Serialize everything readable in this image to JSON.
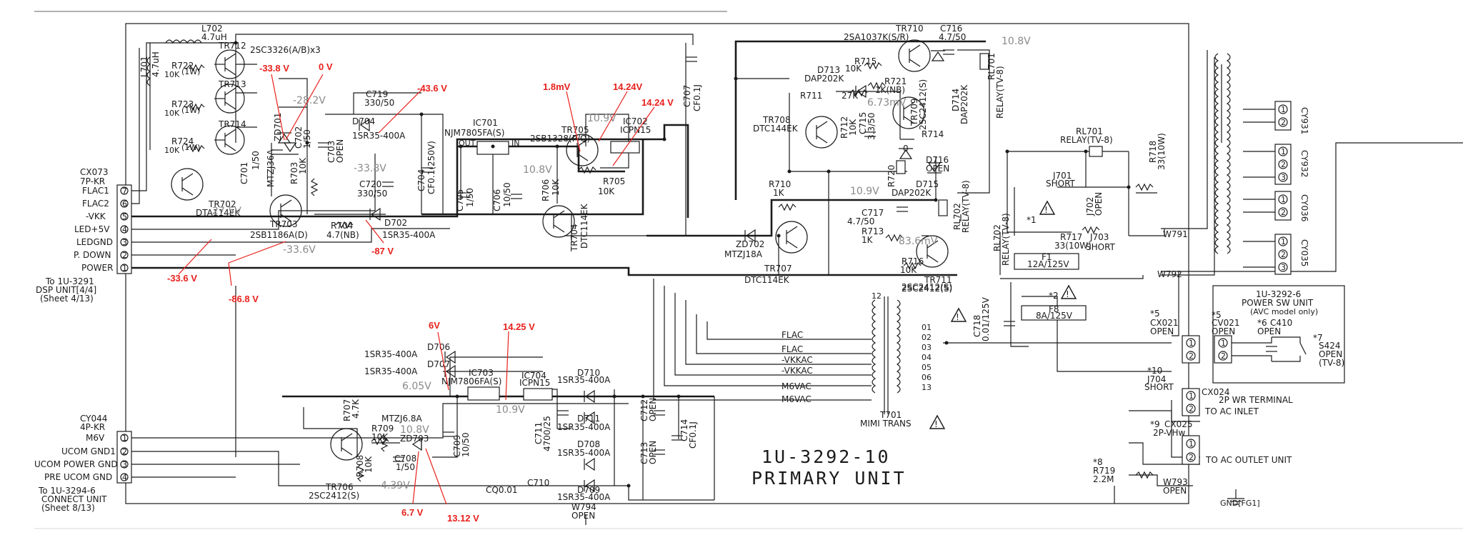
{
  "title": {
    "line1": "1U-3292-10",
    "line2": "PRIMARY UNIT"
  },
  "connectors": {
    "cx073": {
      "name": "CX073",
      "type": "7P-KR",
      "pins": [
        {
          "label": "FLAC1",
          "num": "7"
        },
        {
          "label": "FLAC2",
          "num": "6"
        },
        {
          "label": "-VKK",
          "num": "5"
        },
        {
          "label": "LED+5V",
          "num": "4"
        },
        {
          "label": "LEDGND",
          "num": "3"
        },
        {
          "label": "P. DOWN",
          "num": "2"
        },
        {
          "label": "POWER",
          "num": "1"
        }
      ],
      "dest1": "To  1U-3291",
      "dest2": "DSP UNIT[4/4]",
      "dest3": "(Sheet 4/13)"
    },
    "cy044": {
      "name": "CY044",
      "type": "4P-KR",
      "pins": [
        {
          "label": "M6V",
          "num": "1"
        },
        {
          "label": "UCOM GND1",
          "num": "2"
        },
        {
          "label": "UCOM POWER GND",
          "num": "3"
        },
        {
          "label": "PRE UCOM GND",
          "num": "4"
        }
      ],
      "dest1": "To  1U-3294-6",
      "dest2": "CONNECT UNIT",
      "dest3": "(Sheet 8/13)"
    },
    "right": {
      "cy931": "CY931",
      "cy932": "CY932",
      "cy036": "CY036",
      "cy035": "CY035"
    },
    "cx021": {
      "mark": "*5",
      "name": "CX021",
      "state": "OPEN"
    },
    "cx024": {
      "name": "CX024",
      "desc": "2P WR TERMINAL",
      "dest": "TO AC INLET"
    },
    "cx025": {
      "mark": "*9",
      "name": "CX025",
      "type": "2P-VHw",
      "dest": "TO AC OUTLET UNIT"
    }
  },
  "power_sw_unit": {
    "title": "1U-3292-6",
    "name": "POWER SW UNIT",
    "note": "(AVC model only)",
    "cv021_mark": "*5",
    "cv021": "CV021",
    "cv021_state": "OPEN",
    "c410_mark": "*6",
    "c410": "C410",
    "c410_state": "OPEN",
    "s424_mark": "*7",
    "s424": "S424",
    "s424_state": "OPEN",
    "s424_note": "(TV-8)"
  },
  "components": {
    "l702": "L702",
    "l702_val": "4.7uH",
    "l701": "L701",
    "l701_val": "4.7uH",
    "tr712": "TR712",
    "tr712_part": "2SC3326(A/B)x3",
    "tr713": "TR713",
    "tr714": "TR714",
    "r722": "R722",
    "r722_val": "10K",
    "r722_w": "(1W)",
    "r723": "R723",
    "r723_val": "10K",
    "r723_w": "(1W)",
    "r724": "R724",
    "r724_val": "10K",
    "r724_w": "(1W)",
    "c701": "C701",
    "c701_val": "1/50",
    "tr702": "TR702",
    "tr702_part": "DTA114EK",
    "zd701": "ZD701",
    "zd701_part": "MTZJ36A",
    "r703": "R703",
    "r703_val": "10K",
    "c702": "C702",
    "c702_val": "1/50",
    "tr703": "TR703",
    "tr703_part": "2SB1186A(D)",
    "c703": "C703",
    "c703_state": "OPEN",
    "c719": "C719",
    "c719_val": "330/50",
    "d704": "D704",
    "d704_part": "1SR35-400A",
    "c720": "C720",
    "c720_val": "330/50",
    "r704": "R704",
    "r704_val": "4.7(NB)",
    "d702": "D702",
    "d702_part": "1SR35-400A",
    "c704": "C704",
    "c704_val": "CF0.1(250V)",
    "ic701": "IC701",
    "ic701_part": "NJM7805FA(S)",
    "ic701_in": "IN",
    "ic701_out": "OUT",
    "c705": "C705",
    "c705_val": "1/50",
    "c706": "C706",
    "c706_val": "10/50",
    "tr705": "TR705",
    "tr705_part": "2SB1328(P/Q)",
    "ic702": "IC702",
    "ic702_part": "ICPN15",
    "r705": "R705",
    "r705_val": "10K",
    "r706": "R706",
    "r706_val": "10K",
    "tr704": "TR704",
    "tr704_part": "DTC114EK",
    "c707": "C707",
    "c707_val": "CF0.1J",
    "tr708": "TR708",
    "tr708_part": "DTC144EK",
    "d713": "D713",
    "d713_part": "DAP202K",
    "r711": "R711",
    "r711_val": "27K",
    "r712": "R712",
    "r712_val": "10K",
    "c715_lbl": "C715",
    "c715_val": "3.3/50",
    "r710": "R710",
    "r710_val": "1K",
    "tr710": "TR710",
    "tr710_part": "2SA1037K(S/R)",
    "c716": "C716",
    "c716_val": "4.7/50",
    "r715": "R715",
    "r715_val": "10K",
    "r721": "R721",
    "r721_val": "1K(NB)",
    "tr709": "TR709",
    "tr709_part": "2SC2412(S)",
    "r714": "R714",
    "r720": "R720",
    "r720_val": "0",
    "d716": "D716",
    "d716_state": "OPEN",
    "d714": "D714",
    "d714_part": "DAP202K",
    "rl701v": "RL701",
    "rl701v_part": "RELAY(TV-8)",
    "d715": "D715",
    "d715_part": "DAP202K",
    "c717": "C717",
    "c717_val": "4.7/50",
    "rl702v": "RL702",
    "rl702v_part": "RELAY(TV-8)",
    "r713": "R713",
    "r713_val": "1K",
    "r716": "R716",
    "r716_val": "10K",
    "tr711": "TR711",
    "tr711_part": "2SC2412(S)",
    "zd702": "ZD702",
    "zd702_part": "MTZJ18A",
    "tr707": "TR707",
    "tr707_part": "DTC114EK",
    "rl701": "RL701",
    "rl701_part": "RELAY(TV-8)",
    "j701": "J701",
    "j701_state": "SHORT",
    "j702": "J702",
    "j702_state": "OPEN",
    "j703": "J703",
    "j703_state": "SHORT",
    "r717": "R717",
    "r717_val": "33(10W)",
    "r718": "R718",
    "r718_val": "33(10W)",
    "w791": "W791",
    "w792": "W792",
    "f1": "F1",
    "f1_val": "12A/125V",
    "f8": "F8",
    "f8_val": "8A/125V",
    "mark1": "*1",
    "mark2": "*2",
    "rl702b": "RL702",
    "rl702b_part": "RELAY(TV-8)",
    "c718": "C718",
    "c718_val": "0.01/125V",
    "t701": "T701",
    "t701_name": "MIMI TRANS",
    "t701_sec": "2SC2412(S)",
    "trans_pins": [
      "12",
      "01",
      "02",
      "03",
      "04",
      "05",
      "06",
      "13"
    ],
    "trans_lines": [
      "FLAC",
      "FLAC",
      "-VKKAC",
      "-VKKAC",
      "M6VAC",
      "M6VAC"
    ],
    "j704_mark": "*10",
    "j704": "J704",
    "j704_state": "SHORT",
    "r719_mark": "*8",
    "r719": "R719",
    "r719_val": "2.2M",
    "w793": "W793",
    "w793_state": "OPEN",
    "gnd": "GND[FG1]",
    "d706": "D706",
    "d706_part": "1SR35-400A",
    "d707": "D707",
    "d707_part": "1SR35-400A",
    "ic703": "IC703",
    "ic703_part": "NJM7806FA(S)",
    "ic704": "IC704",
    "ic704_part": "ICPN15",
    "d710": "D710",
    "d710_part": "1SR35-400A",
    "d711": "D711",
    "d711_part": "1SR35-400A",
    "d708": "D708",
    "d708_part": "1SR35-400A",
    "d709": "D709",
    "d709_part": "1SR35-400A",
    "c711": "C711",
    "c711_val": "4700/25",
    "c712": "C712",
    "c712_state": "OPEN",
    "c713": "C713",
    "c713_state": "OPEN",
    "c714": "C714",
    "c714_val": "CF0.1J",
    "r707": "R707",
    "r707_val": "4.7K",
    "r708": "R708",
    "r708_val": "10K",
    "r709": "R709",
    "r709_val": "10K",
    "zd703": "ZD703",
    "zd703_part": "MTZJ6.8A",
    "c708": "C708",
    "c708_val": "1/50",
    "c709": "C709",
    "c709_val": "10/50",
    "tr706": "TR706",
    "tr706_part": "2SC2412(S)",
    "c710": "C710",
    "c710_val": "CQ0.01",
    "w794": "W794",
    "w794_state": "OPEN"
  },
  "print_voltages": {
    "v_282": "-28.2V",
    "v_275": "-27.5V",
    "v_336": "-33.6V",
    "v_338": "-33.8V",
    "v_109a": "10.9V",
    "v_108a": "10.8V",
    "v_108b": "10.8V",
    "v_673": "6.73mV",
    "v_109b": "10.9V",
    "v_836": "83.6mV",
    "v_605": "6.05V",
    "v_109c": "10.9V",
    "v_108c": "10.8V",
    "v_439": "4.39V"
  },
  "measurements": {
    "m1": "-33.8 V",
    "m2": "0 V",
    "m3": "-43.6 V",
    "m4": "1.8mV",
    "m5": "14.24V",
    "m6": "14.24 V",
    "m7": "-87 V",
    "m8": "-33.6 V",
    "m9": "-86.8 V",
    "m10": "6V",
    "m11": "14.25 V",
    "m12": "6.7 V",
    "m13": "13.12 V"
  }
}
